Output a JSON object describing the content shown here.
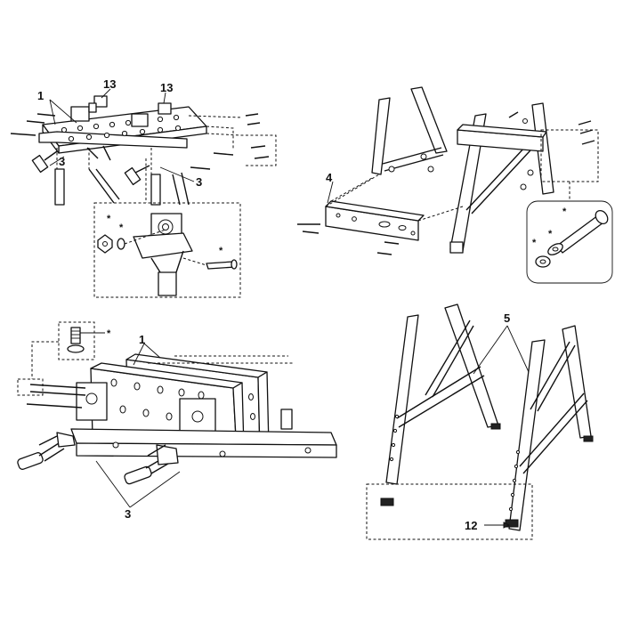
{
  "labels": {
    "p1": "1",
    "p3": "3",
    "p4": "4",
    "p5": "5",
    "p12": "12",
    "p13": "13",
    "star": "*"
  }
}
